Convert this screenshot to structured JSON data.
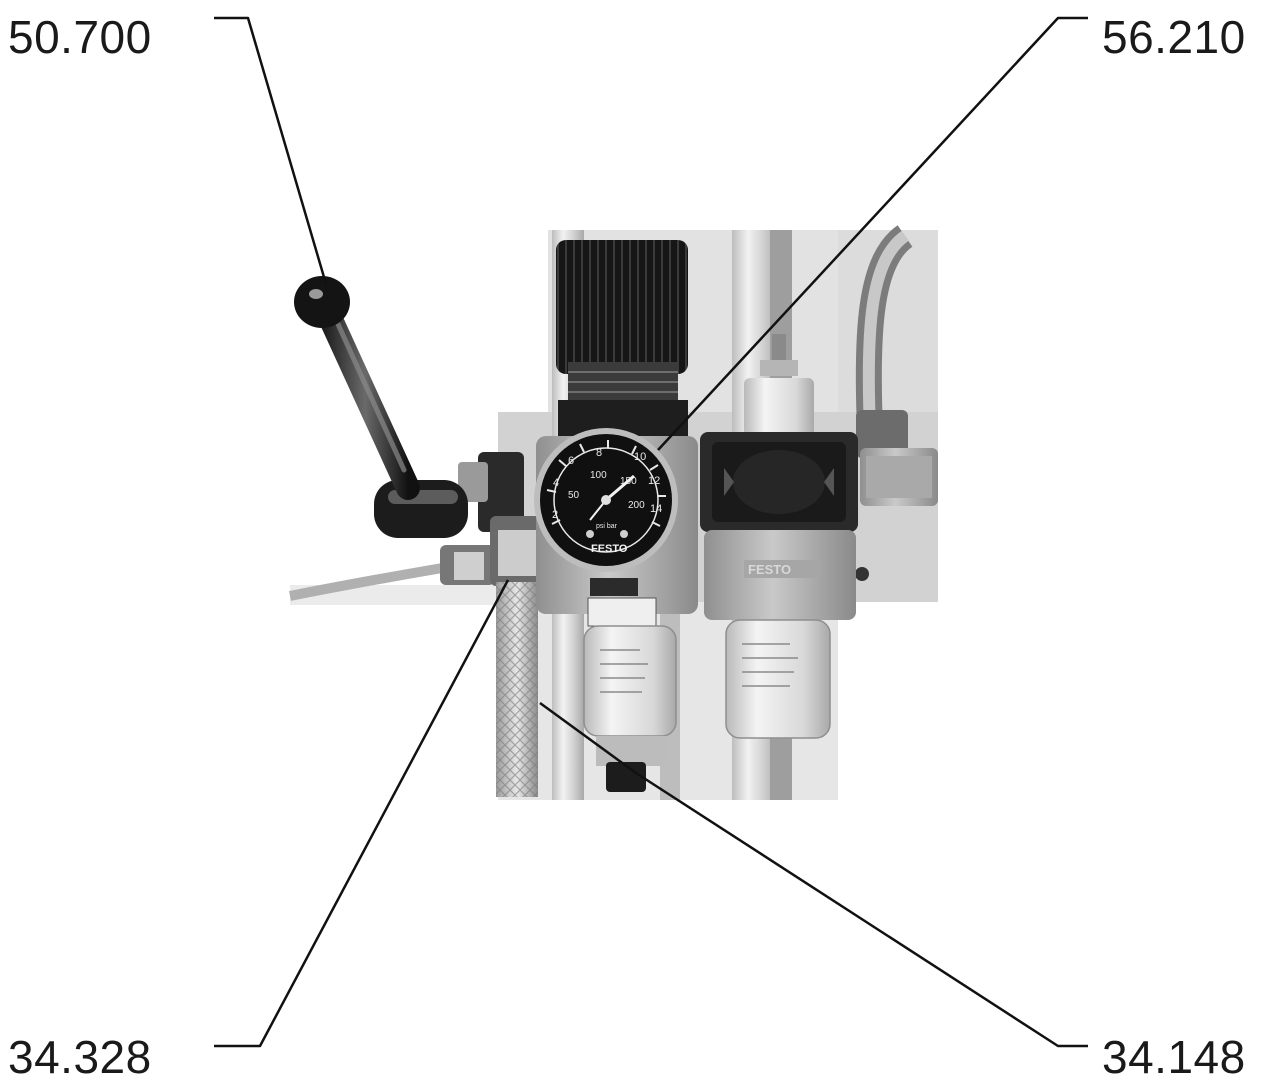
{
  "callouts": {
    "top_left": "50.700",
    "top_right": "56.210",
    "bottom_left": "34.328",
    "bottom_right": "34.148"
  },
  "photo": {
    "gauge_brand": "FESTO",
    "lubricator_brand": "FESTO",
    "gauge_scale": [
      "2",
      "4",
      "6",
      "8",
      "10",
      "12",
      "14",
      "50",
      "100",
      "150",
      "200"
    ],
    "gauge_units": "psi bar"
  },
  "colors": {
    "line": "#111111",
    "photo_bg": "#e4e4e4"
  }
}
